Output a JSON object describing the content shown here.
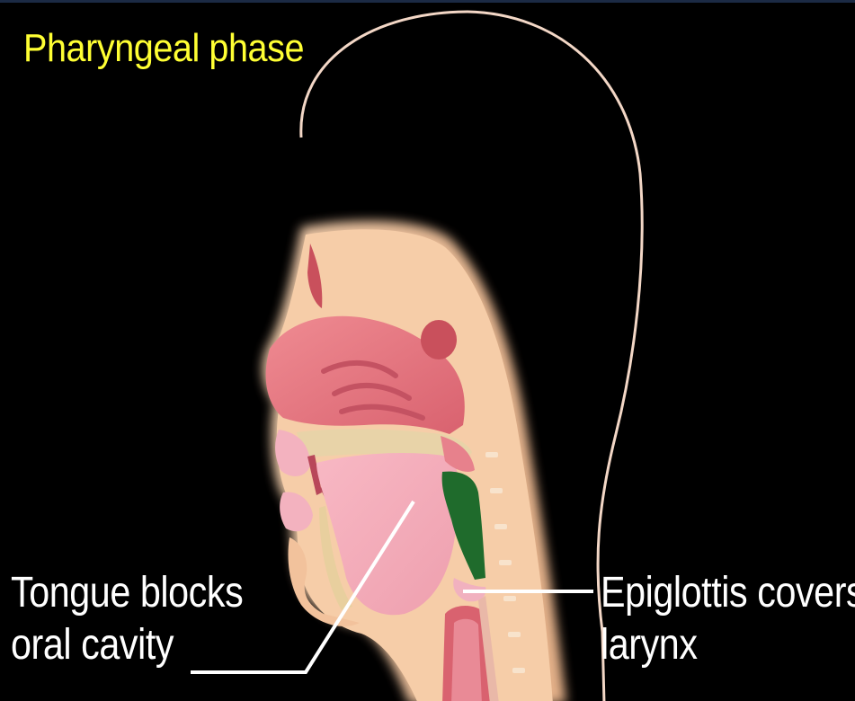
{
  "title": "Pharyngeal phase",
  "labels": {
    "tongue": {
      "line1": "Tongue blocks",
      "line2": "oral cavity"
    },
    "epiglottis": {
      "line1": "Epiglottis covers",
      "line2": "larynx"
    }
  },
  "colors": {
    "background": "#000000",
    "title": "#ffff33",
    "label_text": "#ffffff",
    "skin_tissue": "#f5c9a3",
    "nasal_mucosa": "#e0707a",
    "oral_tongue": "#f3a8b6",
    "bolus": "#1f6b2c",
    "outline": "#f3d7c6"
  }
}
